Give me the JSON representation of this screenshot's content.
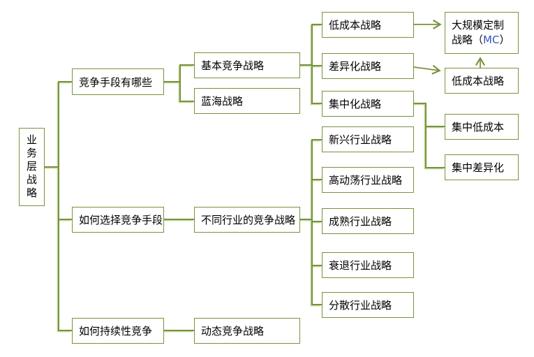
{
  "nodes": {
    "root": "业务层战略",
    "q1": "竞争手段有哪些",
    "q2": "如何选择竞争手段",
    "q3": "如何持续性竞争",
    "basic": "基本竞争战略",
    "blue_ocean": "蓝海战略",
    "industries": "不同行业的竞争战略",
    "dynamic": "动态竞争战略",
    "low_cost": "低成本战略",
    "differentiation": "差异化战略",
    "focus": "集中化战略",
    "emerging": "新兴行业战略",
    "turbulent": "高动荡行业战略",
    "mature": "成熟行业战略",
    "declining": "衰退行业战略",
    "fragmented": "分散行业战略",
    "mc_line1": "大规模定制",
    "mc_line2_pre": "战略（",
    "mc_value": "MC",
    "mc_line2_post": "）",
    "low_cost2": "低成本战略",
    "focused_low_cost": "集中低成本",
    "focused_differentiation": "集中差异化"
  },
  "colors": {
    "box_border": "#77933C",
    "connector": "#77933C",
    "connector_shadow": "#C3D69B",
    "mc_text": "#3355BB",
    "text": "#000000",
    "background": "#FFFFFF"
  }
}
